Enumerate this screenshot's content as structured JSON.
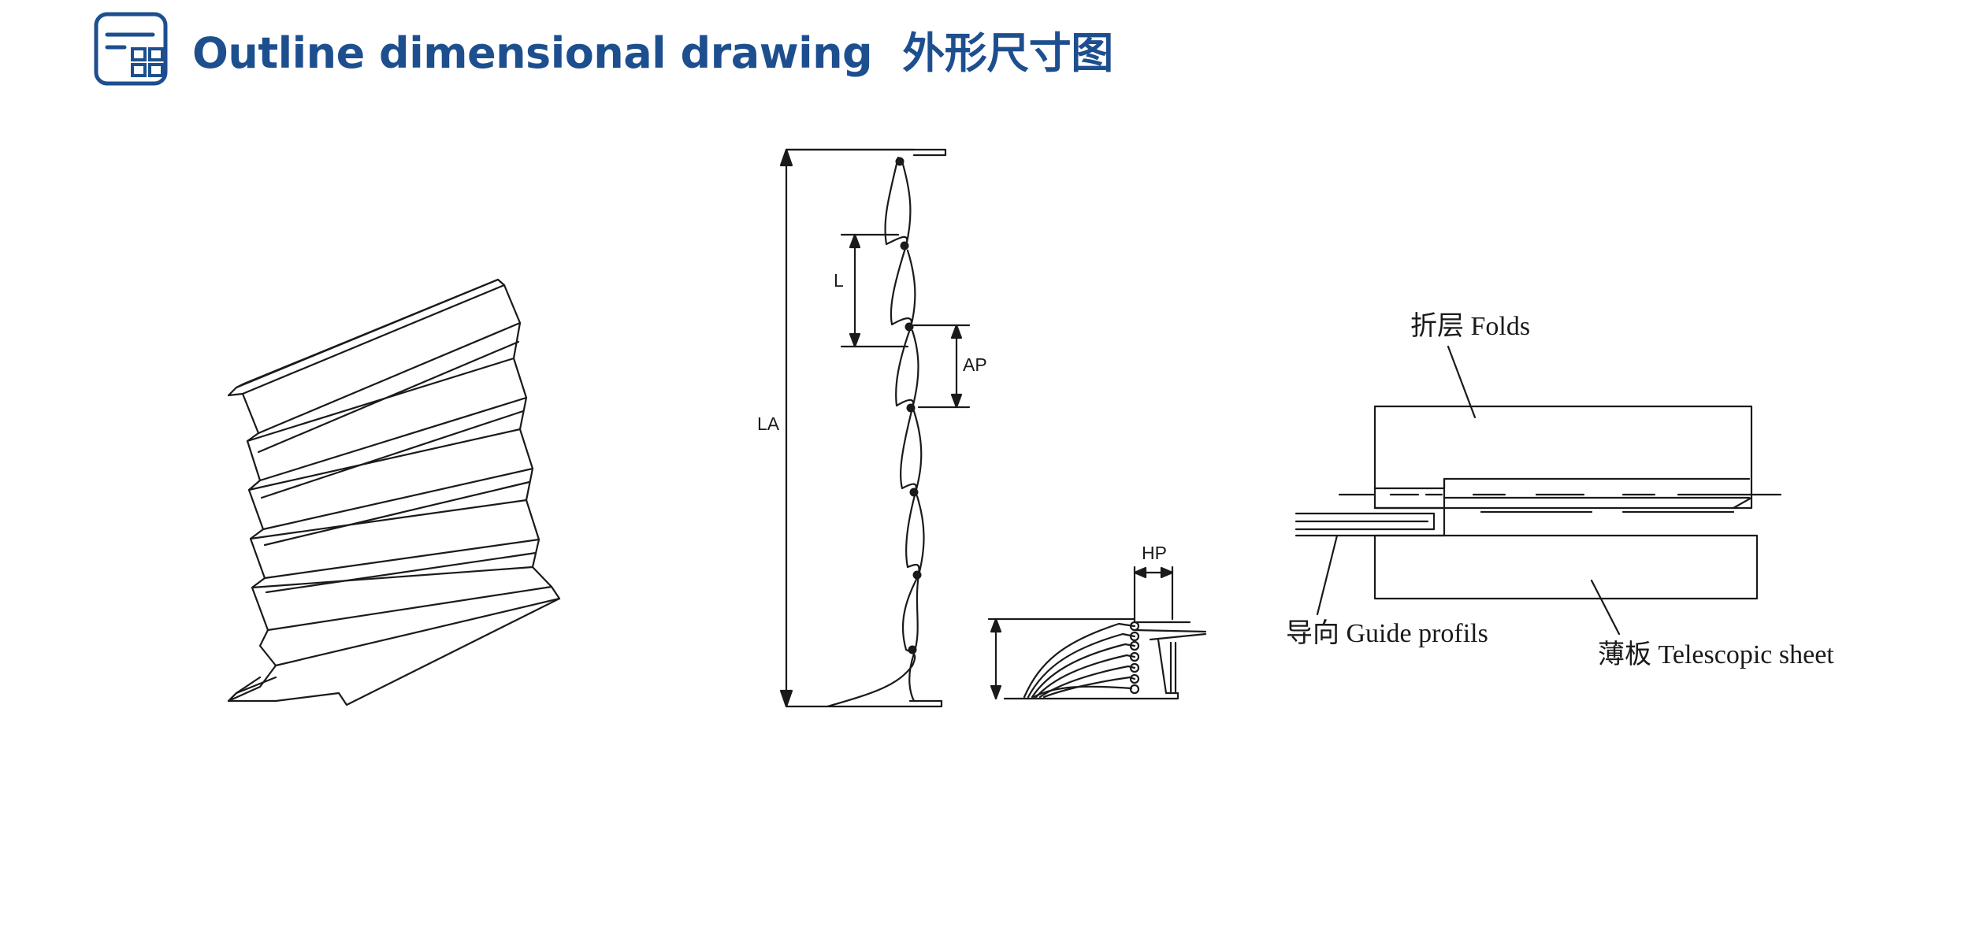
{
  "header": {
    "title_en": "Outline dimensional drawing",
    "title_cn": "外形尺寸图",
    "icon": "layout-grid-icon"
  },
  "dimensions": {
    "la": "LA",
    "l": "L",
    "ap": "AP",
    "hp": "HP"
  },
  "callouts": {
    "folds": "折层 Folds",
    "guide": "导向 Guide profils",
    "telescopic": "薄板 Telescopic sheet"
  },
  "colors": {
    "brand": "#1d4f8f",
    "line": "#1a1a1a"
  }
}
